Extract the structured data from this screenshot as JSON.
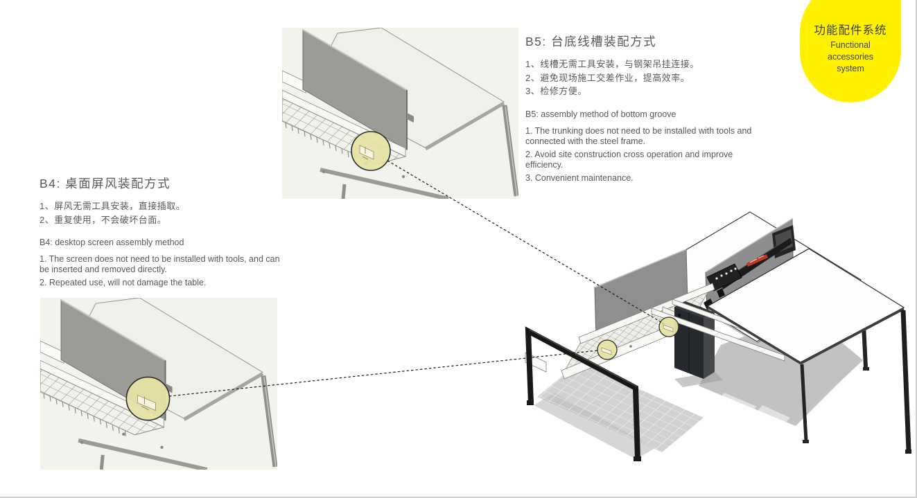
{
  "badge": {
    "title_zh": "功能配件系统",
    "subtitle_lines": [
      "Functional",
      "accessories",
      "system"
    ]
  },
  "sections": {
    "b5": {
      "title": "B5: 台底线槽装配方式",
      "items_zh": [
        "1、线槽无需工具安装，与钢架吊挂连接。",
        "2、避免现场施工交差作业，提高效率。",
        "3、检修方便。"
      ],
      "title_en": "B5: assembly method of bottom groove",
      "items_en": [
        "1. The trunking does not need to be installed with tools and connected with the steel frame.",
        "2. Avoid site construction cross operation and improve efficiency.",
        "3. Convenient maintenance."
      ]
    },
    "b4": {
      "title": "B4: 桌面屏风装配方式",
      "items_zh": [
        "1、屏风无需工具安装，直接插取。",
        "2、重复使用，不会破坏台面。"
      ],
      "title_en": "B4: desktop screen assembly method",
      "items_en": [
        "1. The screen does not need to be installed with tools, and can be inserted and removed directly.",
        "2. Repeated use, will not damage the table."
      ]
    }
  },
  "illustrations": {
    "b5_detail": "desk corner with wire cable tray, highlight circle on trunking hook",
    "b4_detail": "desk corner with desktop screen, highlight circle on screen bracket",
    "main": "double bench workstation with screens, power module, laptop, CPU cabinet and cable tray"
  },
  "colors": {
    "accent-yellow": "#FFF100",
    "highlight-yellow": "#E7E2A4",
    "text-gray": "#57585A",
    "panel-bg": "#F3F3EE",
    "screen-gray": "#9C9C96",
    "leg-dark": "#1E1E1E",
    "red-accent": "#C23A20",
    "border-gray": "#CFCFCF"
  }
}
